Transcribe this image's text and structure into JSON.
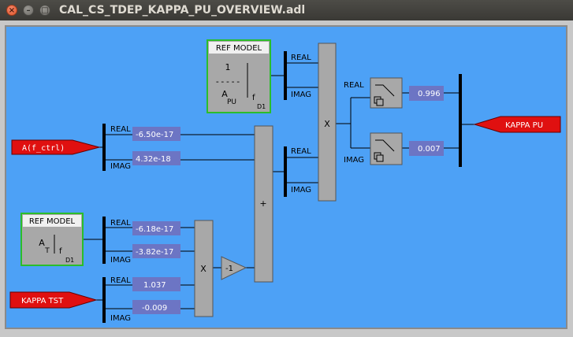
{
  "window": {
    "title": "CAL_CS_TDEP_KAPPA_PU_OVERVIEW.adl",
    "close_glyph": "×",
    "min_glyph": "–",
    "max_glyph": "□"
  },
  "ref_model_top": {
    "header": "REF MODEL",
    "numerator": "1",
    "divider": "-----",
    "denominator": "A",
    "denominator_sub": "PU",
    "f": "f",
    "d1": "D1"
  },
  "ref_model_bottom": {
    "header": "REF MODEL",
    "a": "A",
    "a_sub": "T",
    "f": "f",
    "d1": "D1"
  },
  "inputs": {
    "a_f_ctrl": "A(f_ctrl)",
    "kappa_tst": "KAPPA TST",
    "kappa_pu": "KAPPA PU"
  },
  "labels": {
    "real": "REAL",
    "imag": "IMAG"
  },
  "values": {
    "afctrl_real": "-6.50e-17",
    "afctrl_imag": "4.32e-18",
    "refb_real": "-6.18e-17",
    "refb_imag": "-3.82e-17",
    "kappa_tst_real": "1.037",
    "kappa_tst_imag": "-0.009",
    "out_real": "0.996",
    "out_imag": "0.007"
  },
  "ops": {
    "multiply": "X",
    "sum": "+",
    "gain": "-1"
  },
  "colors": {
    "panel_bg": "#4da1f6",
    "readout_bg": "#6c75c4",
    "readout_text": "#ffffff",
    "block_gray": "#a8a8a8",
    "alarm_red": "#e01010",
    "model_border": "#2bbd2b"
  }
}
